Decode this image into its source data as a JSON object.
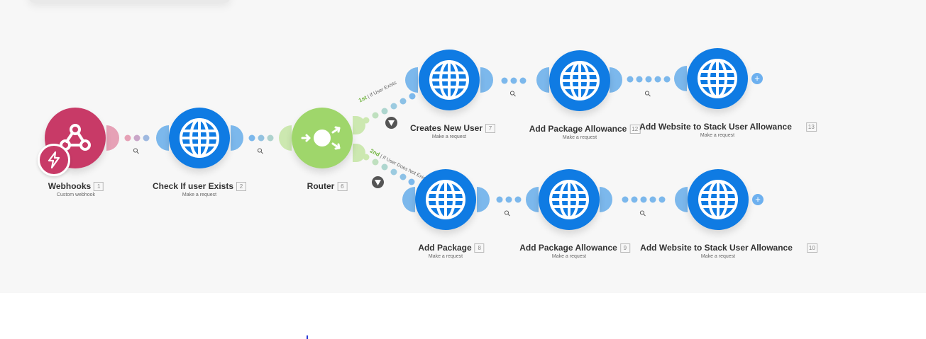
{
  "colors": {
    "http": "#0f7be3",
    "webhook": "#c83a67",
    "router": "#9fd66b",
    "connector_http": "#7cb8ec",
    "connector_router": "#cce8b0",
    "connector_webhook": "#e6a1b6",
    "canvas": "#f7f7f7",
    "route_label": "#6fb33d"
  },
  "modules": {
    "webhooks": {
      "title": "Webhooks",
      "index": "1",
      "subtitle": "Custom webhook",
      "icon": "webhook-icon"
    },
    "check_user": {
      "title": "Check If user Exists",
      "index": "2",
      "subtitle": "Make a request",
      "icon": "globe-icon"
    },
    "router": {
      "title": "Router",
      "index": "6",
      "icon": "router-icon"
    },
    "create_user": {
      "title": "Creates New User",
      "index": "7",
      "subtitle": "Make a request",
      "icon": "globe-icon"
    },
    "add_allowance_a": {
      "title": "Add Package Allowance",
      "index": "12",
      "subtitle": "Make a request",
      "icon": "globe-icon"
    },
    "add_website_a": {
      "title": "Add Website to Stack User Allowance",
      "index": "13",
      "subtitle": "Make a request",
      "icon": "globe-icon"
    },
    "add_package": {
      "title": "Add Package",
      "index": "8",
      "subtitle": "Make a request",
      "icon": "globe-icon"
    },
    "add_allowance_b": {
      "title": "Add Package Allowance",
      "index": "9",
      "subtitle": "Make a request",
      "icon": "globe-icon"
    },
    "add_website_b": {
      "title": "Add Website to Stack User Allowance",
      "index": "10",
      "subtitle": "Make a request",
      "icon": "globe-icon"
    }
  },
  "routes": {
    "first": {
      "order": "1st",
      "label": "If User Exists"
    },
    "second": {
      "order": "2nd",
      "label": "If User Does Not Exists"
    }
  },
  "add_module_glyph": "+"
}
